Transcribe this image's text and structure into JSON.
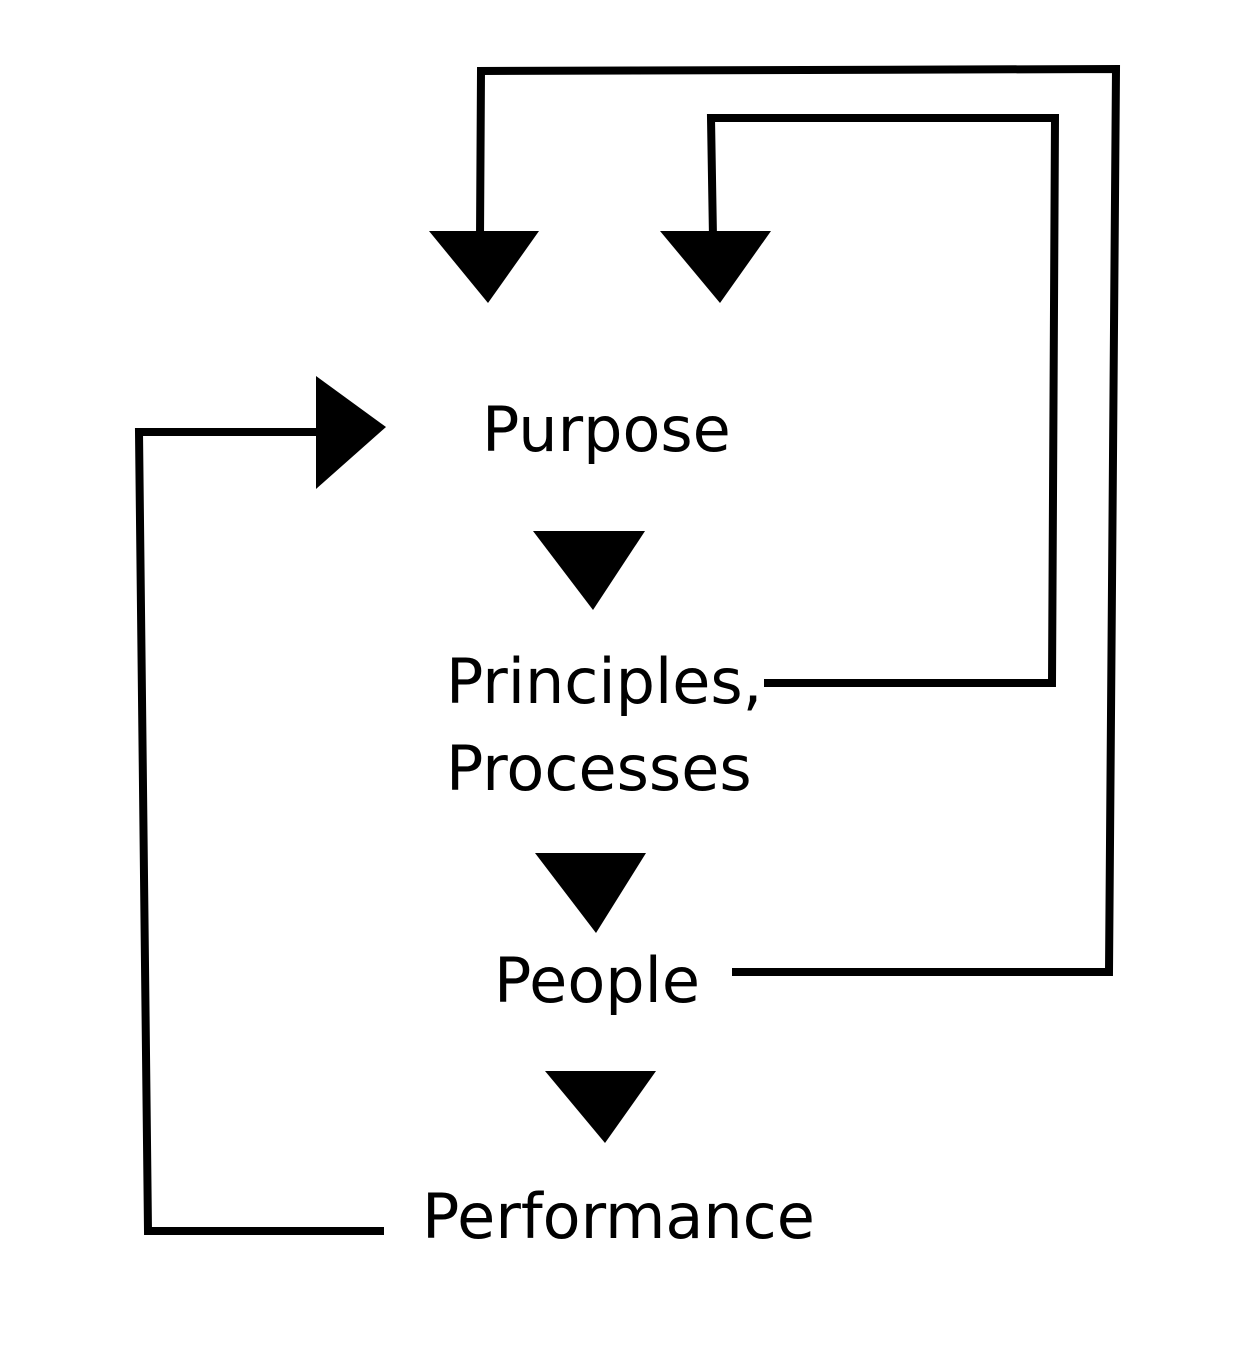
{
  "diagram": {
    "nodes": {
      "purpose": {
        "label": "Purpose"
      },
      "principles_processes": {
        "line1": "Principles,",
        "line2": "Processes"
      },
      "people": {
        "label": "People"
      },
      "performance": {
        "label": "Performance"
      }
    },
    "edges": [
      {
        "from": "purpose",
        "to": "principles_processes",
        "kind": "flow-down"
      },
      {
        "from": "principles_processes",
        "to": "people",
        "kind": "flow-down"
      },
      {
        "from": "people",
        "to": "performance",
        "kind": "flow-down"
      },
      {
        "from": "performance",
        "to": "purpose",
        "kind": "feedback"
      },
      {
        "from": "principles_processes",
        "to": "purpose",
        "kind": "feedback"
      },
      {
        "from": "people",
        "to": "purpose",
        "kind": "feedback"
      }
    ],
    "colors": {
      "stroke": "#000000",
      "fill": "#000000",
      "background": "#ffffff"
    }
  }
}
